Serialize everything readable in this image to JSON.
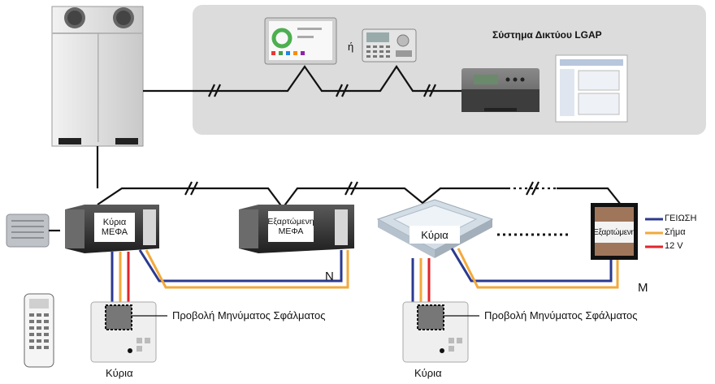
{
  "network": {
    "title": "Σύστημα Δικτύου LGAP",
    "or_label": "ή"
  },
  "units": {
    "master_duct_line1": "Κύρια",
    "master_duct_line2": "ΜΕΦΑ",
    "slave_duct_line1": "Εξαρτώμενη",
    "slave_duct_line2": "ΜΕΦΑ",
    "cassette": "Κύρια",
    "slave_m": "Εξαρτώμενη",
    "n_label": "N",
    "m_label": "M"
  },
  "controllers": {
    "left_caption": "Κύρια",
    "right_caption": "Κύρια",
    "left_error": "Προβολή Μηνύματος Σφάλματος",
    "right_error": "Προβολή Μηνύματος Σφάλματος"
  },
  "legend": {
    "items": [
      {
        "label": "ΓΕΙΩΣΗ",
        "color": "#2b3a8f"
      },
      {
        "label": "Σήμα",
        "color": "#f2a93b"
      },
      {
        "label": "12 V",
        "color": "#e0262b"
      }
    ]
  },
  "colors": {
    "panel": "#dcdcdc",
    "wire_black": "#111111",
    "wire_blue": "#2b3a8f",
    "wire_orange": "#f2a93b",
    "wire_red": "#e0262b"
  }
}
